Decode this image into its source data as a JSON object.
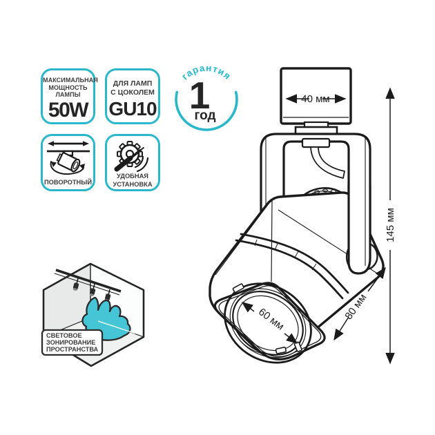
{
  "colors": {
    "accent": "#29b7c9",
    "ink": "#1b1b1b",
    "cloud": "#45c5d6"
  },
  "badges": {
    "max_power": {
      "lines": [
        "МАКСИМАЛЬНАЯ",
        "МОЩНОСТЬ",
        "ЛАМПЫ"
      ],
      "value": "50W"
    },
    "lamp_base": {
      "lines": [
        "ДЛЯ ЛАМП",
        "С ЦОКОЛЕМ"
      ],
      "value": "GU10"
    },
    "rotatable": {
      "label": "ПОВОРОТНЫЙ",
      "icon": "track-spotlight-rotate-icon"
    },
    "easy_install": {
      "lines": [
        "УДОБНАЯ",
        "УСТАНОВКА"
      ],
      "icon": "gear-screwdriver-icon"
    }
  },
  "warranty": {
    "arc_text": "гарантия",
    "value": "1",
    "unit": "год",
    "icon": "warranty-seal-icon"
  },
  "zoning": {
    "lines": [
      "СВЕТОВОЕ",
      "ЗОНИРОВАНИЕ",
      "ПРОСТРАНСТВА"
    ],
    "icon": "room-light-zoning-icon"
  },
  "dimensions": {
    "track_width": "40 мм",
    "height": "145 мм",
    "body_depth": "80 мм",
    "lens_diameter": "60 мм"
  }
}
